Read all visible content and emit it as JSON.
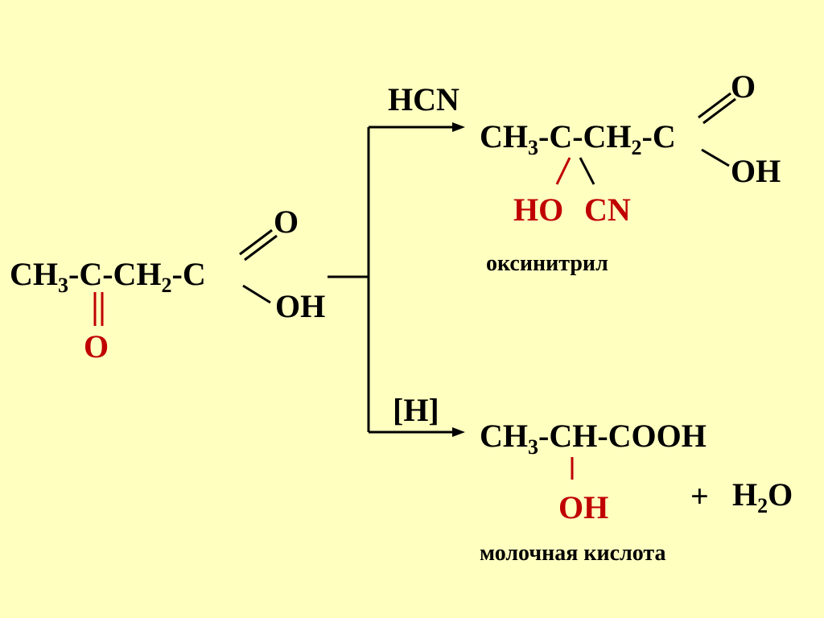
{
  "reactant": {
    "ch3": "CH",
    "ch3_sub": "3",
    "dash1": "-",
    "c_keto": "C",
    "dash2": "-",
    "ch2": "CH",
    "ch2_sub": "2",
    "dash3": "-",
    "c_acid": "C",
    "o_double": "O",
    "oh": "OH",
    "keto_o": "O"
  },
  "reagent_top": "HCN",
  "reagent_bottom": "[H]",
  "product_top": {
    "ch3": "CH",
    "ch3_sub": "3",
    "dash1": "-",
    "c_center": "C",
    "dash2": "-",
    "ch2": "CH",
    "ch2_sub": "2",
    "dash3": "-",
    "c_acid": "C",
    "o_double": "O",
    "oh": "OH",
    "ho": "HO",
    "cn": "CN",
    "caption": "оксинитрил"
  },
  "product_bottom": {
    "ch3": "CH",
    "ch3_sub": "3",
    "rest": "-CH-COOH",
    "oh": "OH",
    "plus": "+",
    "water_h": "H",
    "water_sub": "2",
    "water_o": "O",
    "caption": "молочная кислота"
  },
  "colors": {
    "background": "#ffffc0",
    "black": "#000000",
    "red": "#c00000"
  }
}
